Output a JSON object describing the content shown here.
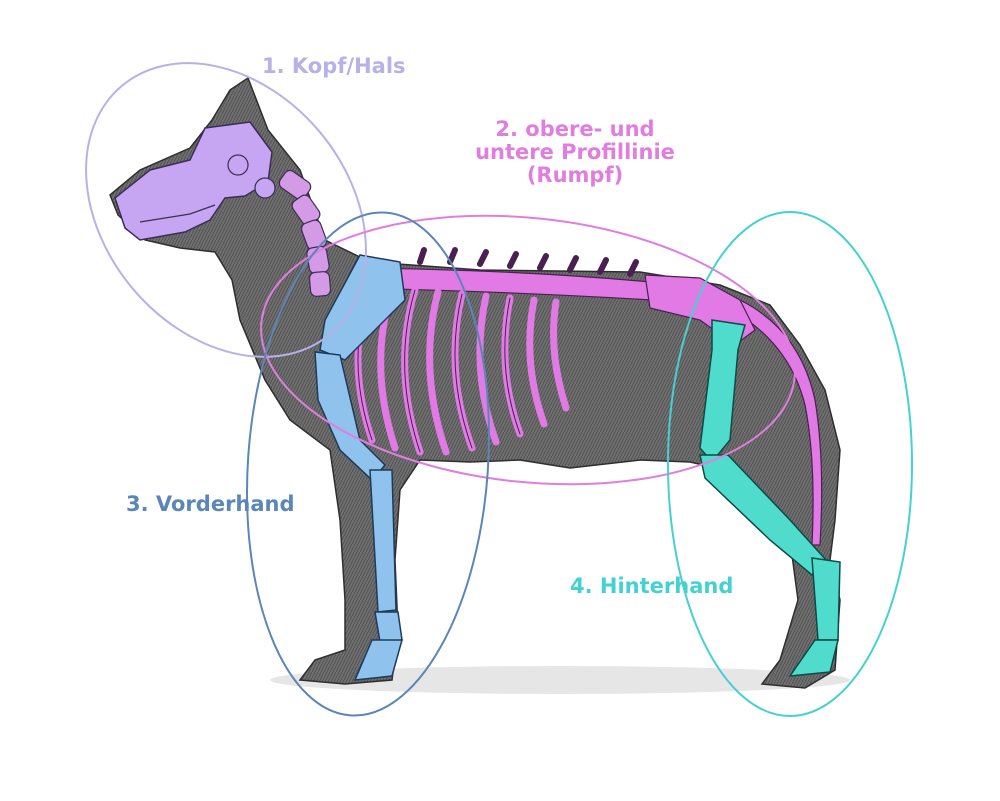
{
  "regions": [
    {
      "id": "kopf_hals",
      "label": "1. Kopf/Hals",
      "color": "#b8b0e8"
    },
    {
      "id": "rumpf",
      "label_lines": [
        "2. obere- und",
        "untere Profillinie",
        "(Rumpf)"
      ],
      "color": "#e07ee0"
    },
    {
      "id": "vorderhand",
      "label": "3. Vorderhand",
      "color": "#5b86b8"
    },
    {
      "id": "hinterhand",
      "label": "4. Hinterhand",
      "color": "#46d1d1"
    }
  ],
  "colors": {
    "dog_coat": "#6c6c6c",
    "dog_coat_dark": "#3a3a3a",
    "head_bone": "#c6a6f2",
    "trunk_bone": "#e27ae6",
    "fore_bone": "#8fc2ec",
    "hind_bone": "#4fdccc"
  }
}
